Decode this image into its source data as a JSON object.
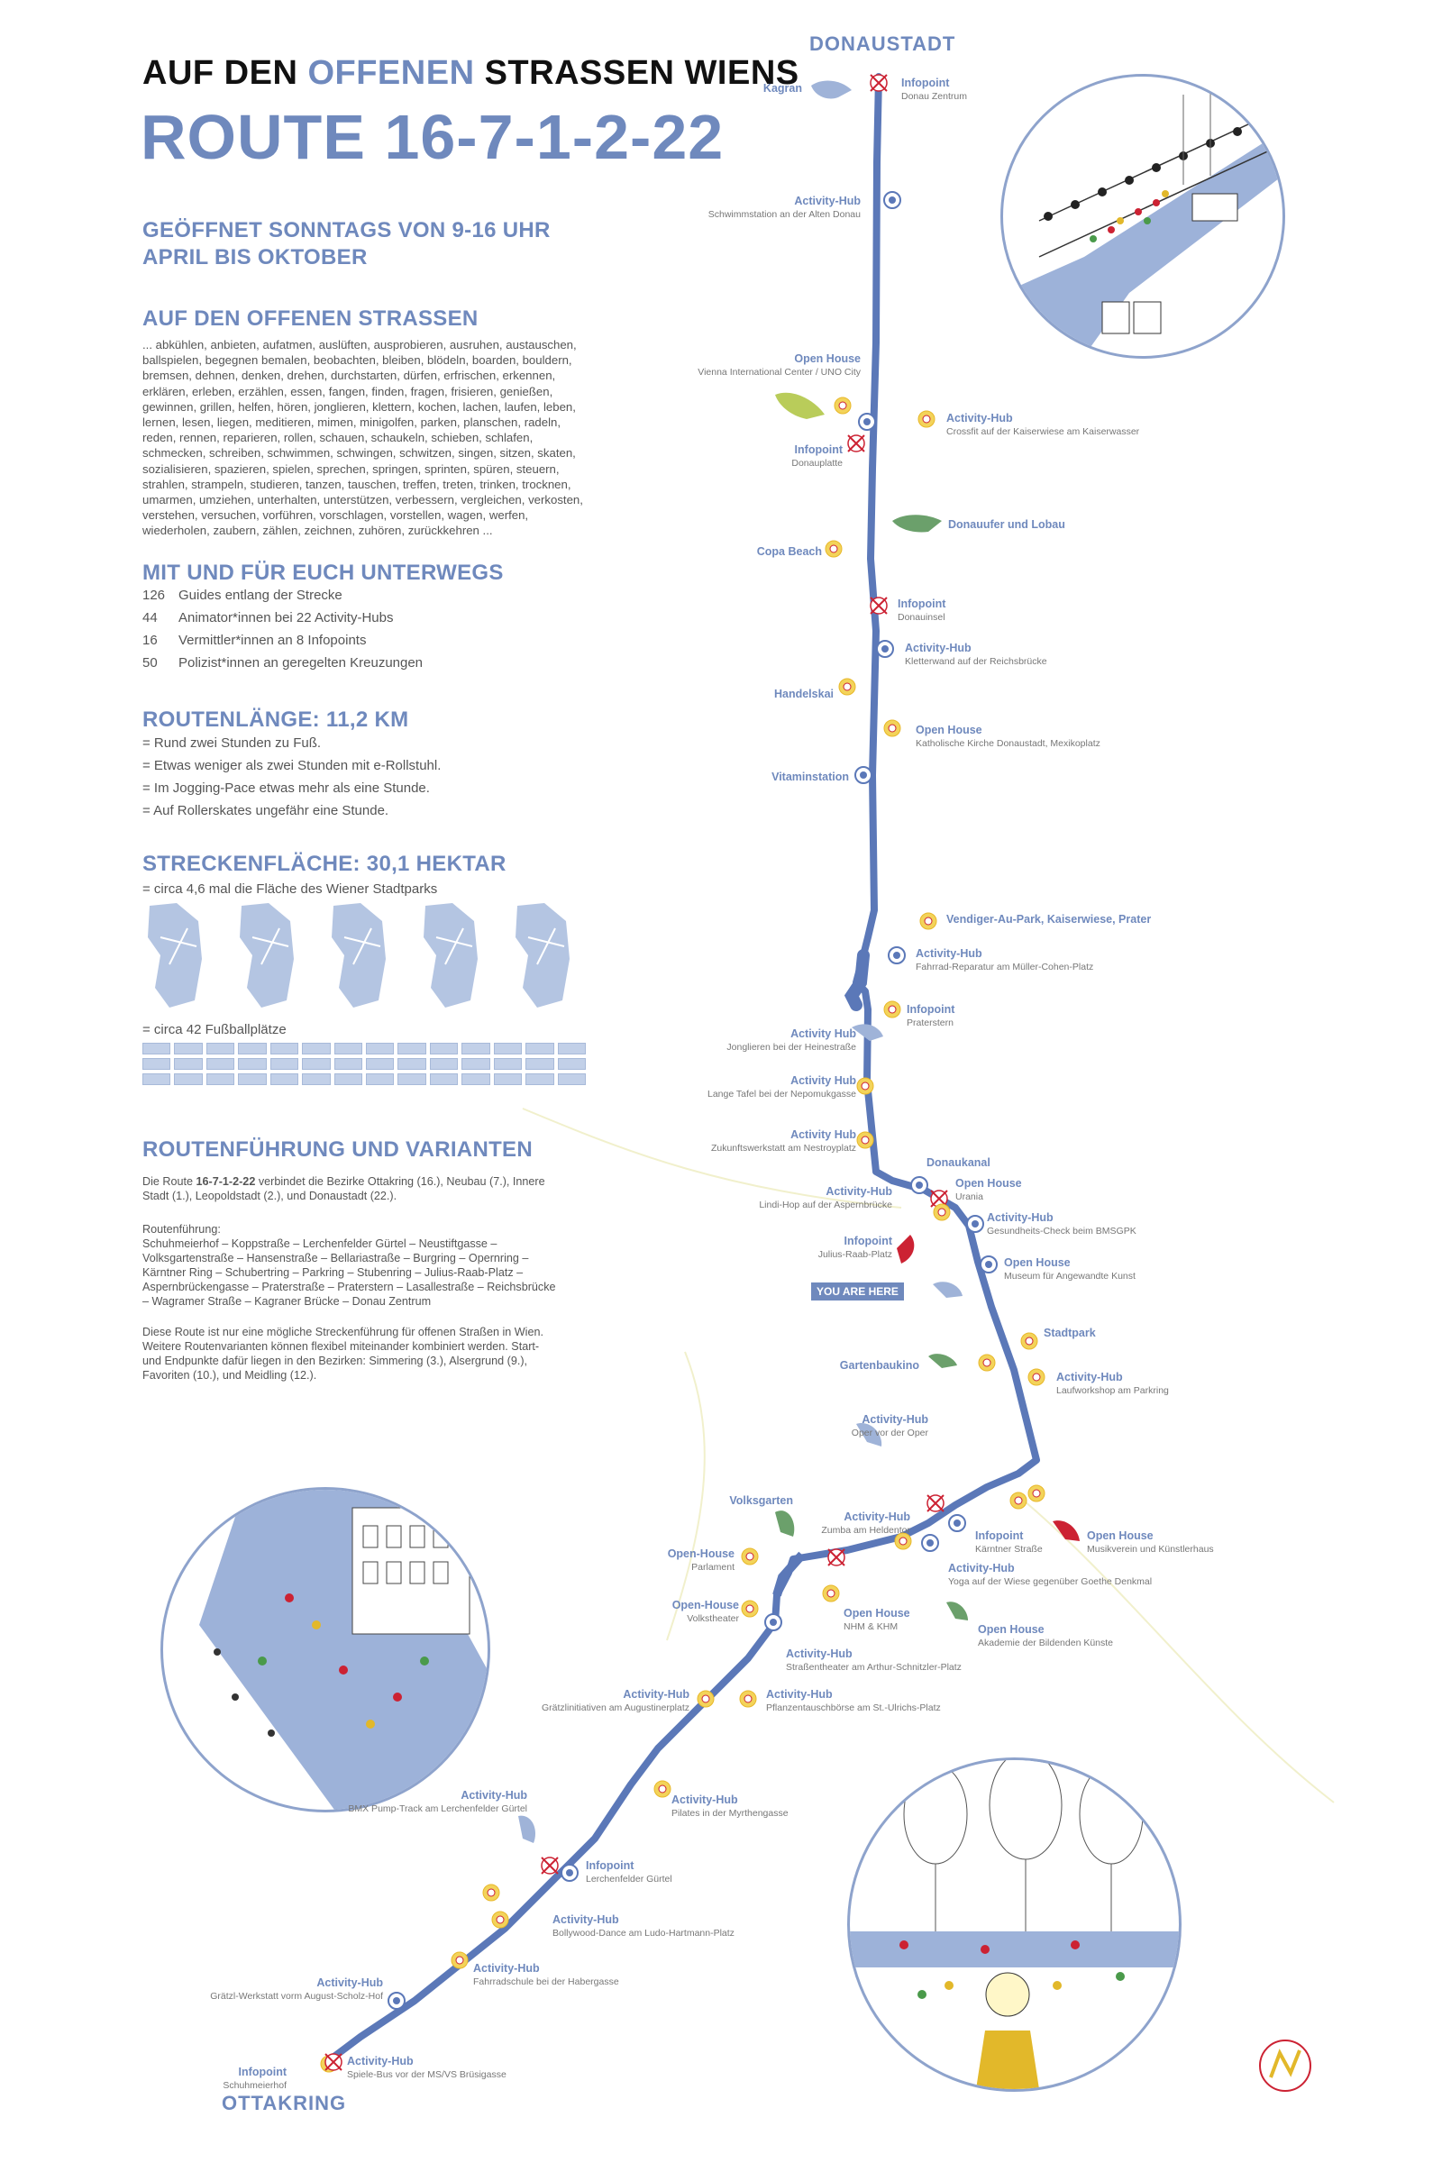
{
  "header": {
    "title_part1": "AUF DEN",
    "title_highlight": "OFFENEN",
    "title_part2": "STRASSEN WIENS",
    "route": "ROUTE 16-7-1-2-22",
    "open_line1": "GEÖFFNET SONNTAGS VON 9-16 UHR",
    "open_line2": "APRIL BIS OKTOBER"
  },
  "verbs_section": {
    "heading": "AUF DEN OFFENEN STRASSEN",
    "text": "... abkühlen, anbieten, aufatmen, auslüften, ausprobieren, ausruhen, austauschen, ballspielen, begegnen bemalen, beobachten, bleiben, blödeln, boarden, bouldern, bremsen, dehnen, denken, drehen, durchstarten, dürfen, erfrischen, erkennen, erklären, erleben, erzählen, essen, fangen, finden, fragen, frisieren, genießen, gewinnen, grillen, helfen, hören, jonglieren, klettern, kochen, lachen, laufen, leben, lernen, lesen, liegen, meditieren, mimen, minigolfen, parken, planschen, radeln, reden, rennen, reparieren, rollen, schauen, schaukeln, schieben, schlafen, schmecken, schreiben, schwimmen, schwingen, schwitzen, singen, sitzen, skaten, sozialisieren, spazieren, spielen, sprechen, springen, sprinten, spüren, steuern, strahlen, strampeln, studieren, tanzen, tauschen, treffen, treten, trinken, trocknen, umarmen, umziehen, unterhalten, unterstützen, verbessern, vergleichen, verkosten, verstehen, versuchen, vorführen, vorschlagen, vorstellen, wagen, werfen, wiederholen, zaubern, zählen, zeichnen, zuhören, zurückkehren ..."
  },
  "team_section": {
    "heading": "MIT UND FÜR EUCH UNTERWEGS",
    "rows": [
      {
        "num": "126",
        "text": "Guides entlang der Strecke"
      },
      {
        "num": "44",
        "text": "Animator*innen bei 22 Activity-Hubs"
      },
      {
        "num": "16",
        "text": "Vermittler*innen an 8 Infopoints"
      },
      {
        "num": "50",
        "text": "Polizist*innen an geregelten Kreuzungen"
      }
    ]
  },
  "length_section": {
    "heading": "ROUTENLÄNGE: 11,2 KM",
    "rows": [
      "= Rund zwei Stunden zu Fuß.",
      "= Etwas weniger als zwei Stunden mit e-Rollstuhl.",
      "= Im Jogging-Pace etwas mehr als eine Stunde.",
      "= Auf Rollerskates ungefähr eine Stunde."
    ]
  },
  "area_section": {
    "heading": "STRECKENFLÄCHE: 30,1 HEKTAR",
    "parks_text": "= circa 4,6 mal die Fläche des Wiener Stadtparks",
    "fields_text": "= circa 42 Fußballplätze",
    "park_count": 5,
    "field_count": 42
  },
  "routing_section": {
    "heading": "ROUTENFÜHRUNG UND VARIANTEN",
    "intro_pre": "Die Route ",
    "intro_bold": "16-7-1-2-22",
    "intro_post": " verbindet die Bezirke Ottakring (16.), Neubau (7.), Innere Stadt (1.), Leopoldstadt (2.), und Donaustadt (22.).",
    "guide_heading": "Routenführung:",
    "guide_text": "Schuhmeierhof – Koppstraße – Lerchenfelder Gürtel – Neustiftgasse – Volksgartenstraße – Hansenstraße – Bellariastraße – Burgring – Opernring – Kärntner Ring – Schubertring – Parkring – Stubenring – Julius-Raab-Platz – Aspernbrückengasse – Praterstraße – Praterstern – Lasallestraße – Reichsbrücke – Wagramer Straße – Kagraner Brücke – Donau Zentrum",
    "outro_text": "Diese Route ist nur eine mögliche Streckenführung für offenen Straßen in Wien. Weitere Routenvarianten können flexibel miteinander kombiniert werden. Start- und Endpunkte dafür liegen in den Bezirken: Simmering (3.), Alsergrund (9.), Favoriten (10.), und Meidling (12.)."
  },
  "map": {
    "district_top": "DONAUSTADT",
    "district_bottom": "OTTAKRING",
    "you_are_here": "YOU ARE HERE",
    "route_color": "#5b78b8",
    "labels": [
      {
        "title": "Infopoint",
        "sub": "Donau Zentrum"
      },
      {
        "title": "Kagran",
        "sub": ""
      },
      {
        "title": "Activity-Hub",
        "sub": "Schwimmstation an der Alten Donau"
      },
      {
        "title": "Open House",
        "sub": "Vienna International Center / UNO City"
      },
      {
        "title": "Activity-Hub",
        "sub": "Crossfit auf der Kaiserwiese am Kaiserwasser"
      },
      {
        "title": "Infopoint",
        "sub": "Donauplatte"
      },
      {
        "title": "Donauufer und Lobau",
        "sub": ""
      },
      {
        "title": "Copa Beach",
        "sub": ""
      },
      {
        "title": "Infopoint",
        "sub": "Donauinsel"
      },
      {
        "title": "Activity-Hub",
        "sub": "Kletterwand auf der Reichsbrücke"
      },
      {
        "title": "Handelskai",
        "sub": ""
      },
      {
        "title": "Open House",
        "sub": "Katholische Kirche Donaustadt, Mexikoplatz"
      },
      {
        "title": "Vitaminstation",
        "sub": ""
      },
      {
        "title": "Vendiger-Au-Park, Kaiserwiese, Prater",
        "sub": ""
      },
      {
        "title": "Activity-Hub",
        "sub": "Fahrrad-Reparatur am Müller-Cohen-Platz"
      },
      {
        "title": "Infopoint",
        "sub": "Praterstern"
      },
      {
        "title": "Activity Hub",
        "sub": "Jonglieren bei der Heinestraße"
      },
      {
        "title": "Activity Hub",
        "sub": "Lange Tafel bei der Nepomukgasse"
      },
      {
        "title": "Activity Hub",
        "sub": "Zukunftswerkstatt am Nestroyplatz"
      },
      {
        "title": "Donaukanal",
        "sub": ""
      },
      {
        "title": "Activity-Hub",
        "sub": "Lindi-Hop auf der Aspernbrücke"
      },
      {
        "title": "Open House",
        "sub": "Urania"
      },
      {
        "title": "Activity-Hub",
        "sub": "Gesundheits-Check beim BMSGPK"
      },
      {
        "title": "Infopoint",
        "sub": "Julius-Raab-Platz"
      },
      {
        "title": "Open House",
        "sub": "Museum für Angewandte Kunst"
      },
      {
        "title": "Stadtpark",
        "sub": ""
      },
      {
        "title": "Gartenbaukino",
        "sub": ""
      },
      {
        "title": "Activity-Hub",
        "sub": "Laufworkshop am Parkring"
      },
      {
        "title": "Activity-Hub",
        "sub": "Oper vor der Oper"
      },
      {
        "title": "Volksgarten",
        "sub": ""
      },
      {
        "title": "Activity-Hub",
        "sub": "Zumba am Heldentor"
      },
      {
        "title": "Infopoint",
        "sub": "Kärntner Straße"
      },
      {
        "title": "Open House",
        "sub": "Musikverein und Künstlerhaus"
      },
      {
        "title": "Open-House",
        "sub": "Parlament"
      },
      {
        "title": "Activity-Hub",
        "sub": "Yoga auf der Wiese gegenüber Goethe Denkmal"
      },
      {
        "title": "Open-House",
        "sub": "Volkstheater"
      },
      {
        "title": "Open House",
        "sub": "NHM & KHM"
      },
      {
        "title": "Open House",
        "sub": "Akademie der Bildenden Künste"
      },
      {
        "title": "Activity-Hub",
        "sub": "Straßentheater am Arthur-Schnitzler-Platz"
      },
      {
        "title": "Activity-Hub",
        "sub": "Grätzlinitiativen am Augustinerplatz"
      },
      {
        "title": "Activity-Hub",
        "sub": "Pflanzentauschbörse am St.-Ulrichs-Platz"
      },
      {
        "title": "Activity-Hub",
        "sub": "BMX Pump-Track am Lerchenfelder Gürtel"
      },
      {
        "title": "Activity-Hub",
        "sub": "Pilates in der Myrthengasse"
      },
      {
        "title": "Infopoint",
        "sub": "Lerchenfelder Gürtel"
      },
      {
        "title": "Activity-Hub",
        "sub": "Bollywood-Dance am Ludo-Hartmann-Platz"
      },
      {
        "title": "Activity-Hub",
        "sub": "Fahrradschule bei der Habergasse"
      },
      {
        "title": "Activity-Hub",
        "sub": "Grätzl-Werkstatt vorm August-Scholz-Hof"
      },
      {
        "title": "Activity-Hub",
        "sub": "Spiele-Bus vor der MS/VS Brüsigasse"
      },
      {
        "title": "Infopoint",
        "sub": "Schuhmeierhof"
      }
    ]
  }
}
